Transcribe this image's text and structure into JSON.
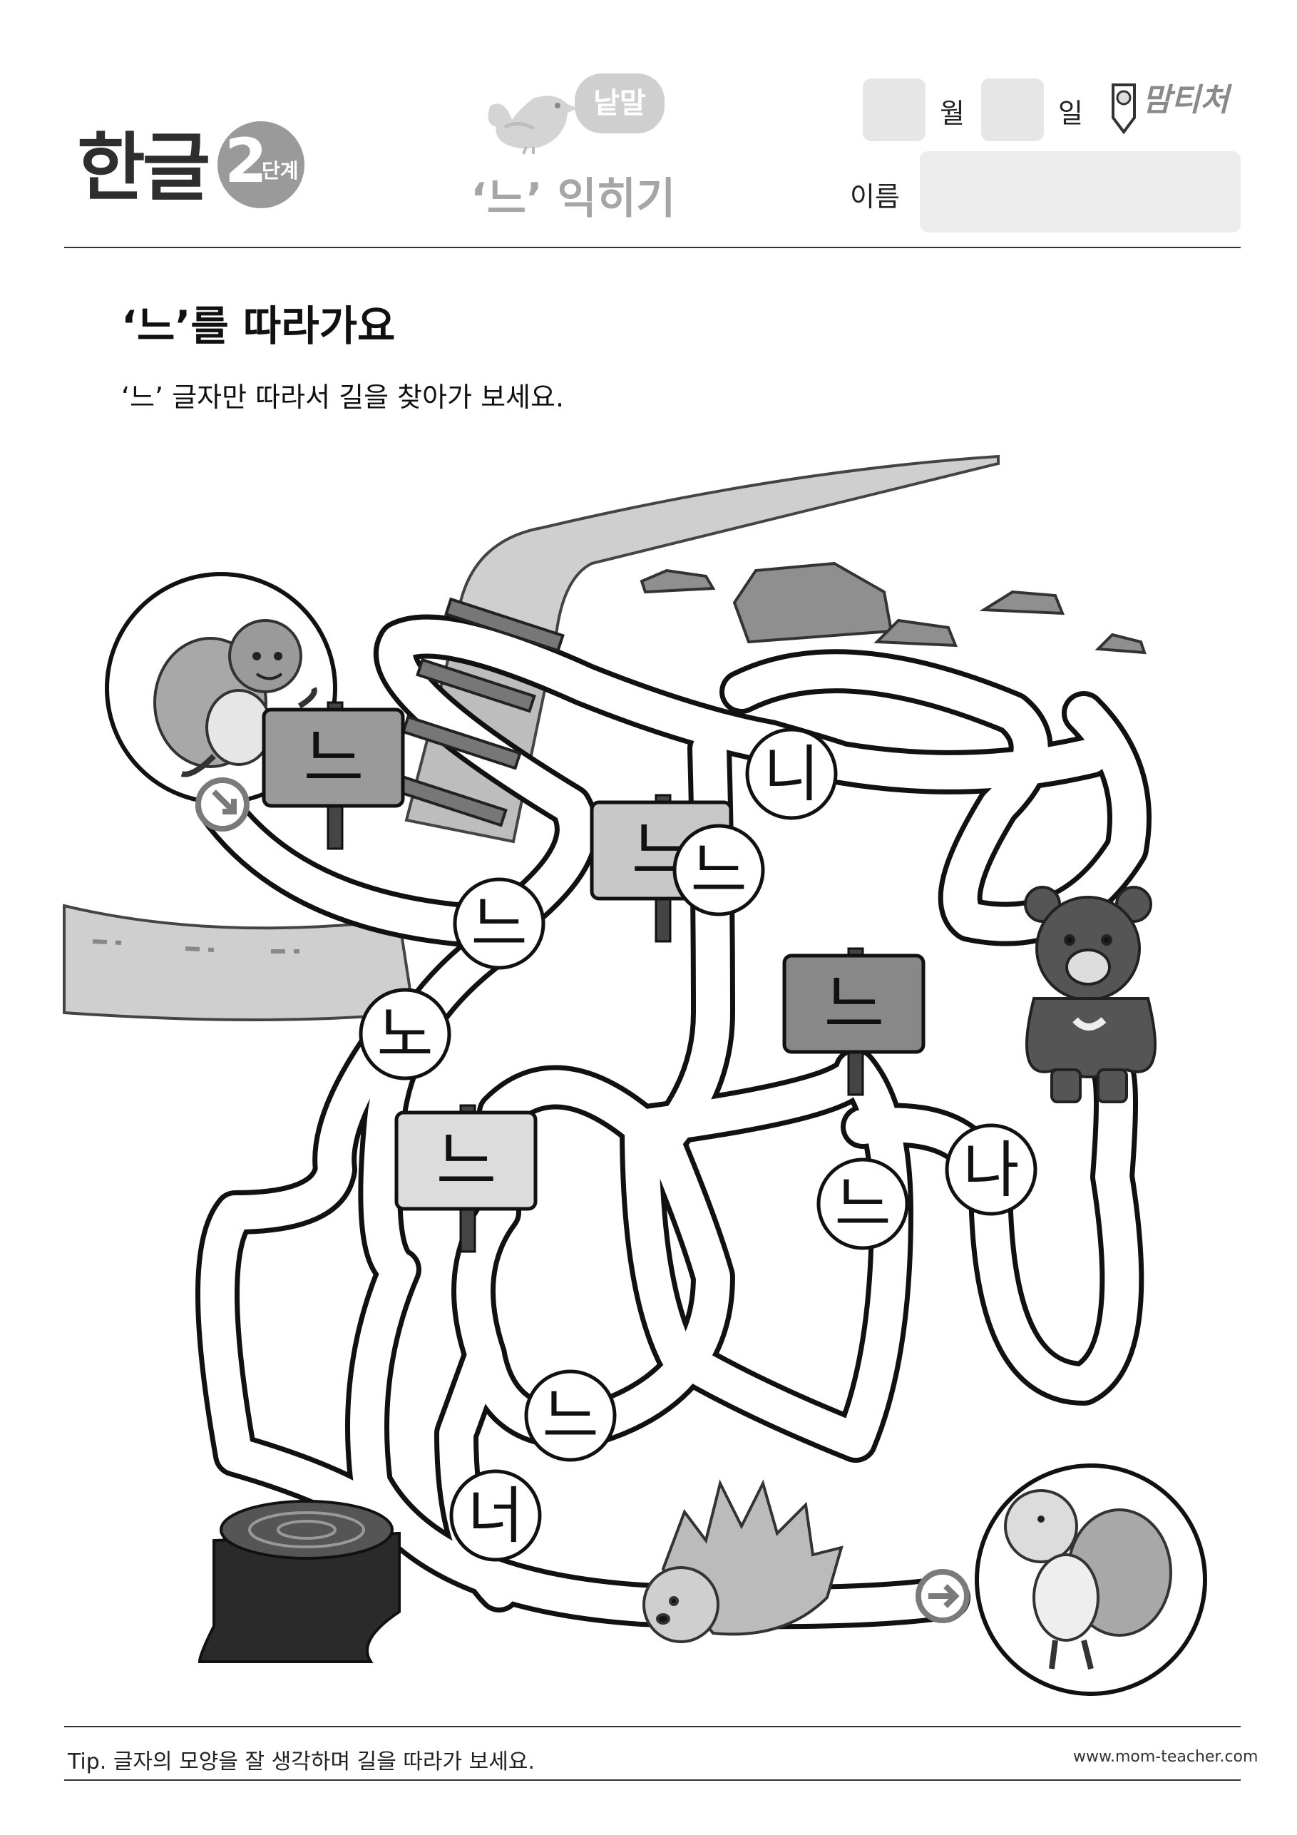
{
  "header": {
    "brand_title": "한글",
    "level_number": "2",
    "level_word": "단계",
    "category": "낱말",
    "lesson_title": "‘느’ 익히기",
    "month_label": "월",
    "day_label": "일",
    "name_label": "이름",
    "logo_text": "맘티처"
  },
  "instructions": {
    "heading": "‘느’를 따라가요",
    "subheading": "‘느’ 글자만 따라서 길을 찾아가 보세요."
  },
  "maze": {
    "target_letter": "느",
    "signs": [
      "느",
      "느",
      "느",
      "느"
    ],
    "circles": [
      "느",
      "니",
      "느",
      "노",
      "나",
      "느",
      "느",
      "너"
    ]
  },
  "footer": {
    "tip": "Tip. 글자의 모양을 잘 생각하며 길을 따라가 보세요.",
    "website": "www.mom-teacher.com"
  }
}
